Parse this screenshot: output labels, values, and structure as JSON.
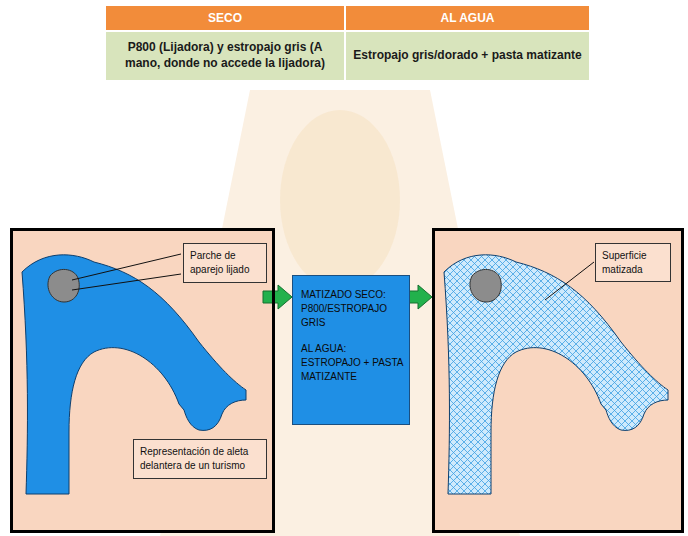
{
  "diagram": {
    "nodes": [
      {
        "text": []
      },
      {
        "text": [
          "Parche de aparejo lijado"
        ],
        "in": 0
      },
      {
        "text": [
          "Representación de aleta delantera de un turismo"
        ],
        "in": 0
      },
      {
        "text": [
          "MATIZADO SECO: P800/ESTROPAJO GRIS",
          "AL AGUA: ESTROPAJO + PASTA MATIZANTE"
        ]
      },
      {
        "text": []
      },
      {
        "text": [
          "Superficie matizada"
        ],
        "in": 4
      }
    ],
    "edges": [
      {
        "from": 0,
        "to": 3,
        "arrow": "to"
      },
      {
        "from": 3,
        "to": 4,
        "arrow": "to"
      }
    ],
    "labels": [
      "SECO",
      "AL AGUA",
      "P800 (Lijadora) y estropajo gris (A mano, donde no accede la lijadora)",
      "Estropajo gris/dorado + pasta matizante"
    ]
  }
}
